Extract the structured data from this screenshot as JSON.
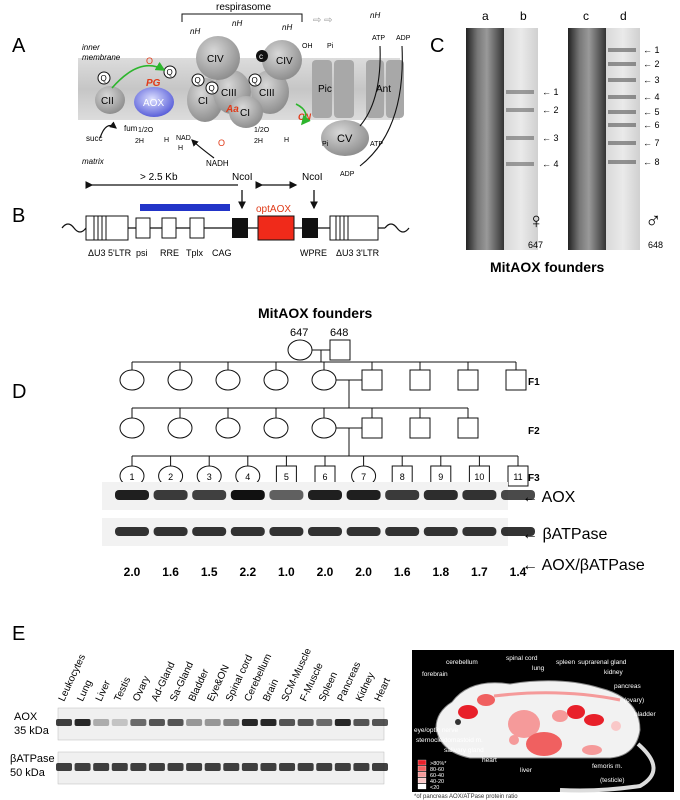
{
  "panels": {
    "a": "A",
    "b": "B",
    "c": "C",
    "d": "D",
    "e": "E"
  },
  "panel_a": {
    "respirasome": "respirasome",
    "inner_membrane_1": "inner",
    "inner_membrane_2": "membrane",
    "matrix": "matrix",
    "cii": "CII",
    "aox": "AOX",
    "ci": "CI",
    "ciii": "CIII",
    "civ": "CIV",
    "q": "Q",
    "c": "c",
    "pic": "Pic",
    "ant": "Ant",
    "cv": "CV",
    "succ": "succ",
    "fum": "fum",
    "pg": "PG",
    "aa": "Aa",
    "cn": "CN",
    "o2": "O",
    "half_o2": "1/2O",
    "h2o": "H",
    "two_h": "2H",
    "nadh": "NADH",
    "nad": "NAD",
    "h_plus": "H",
    "nh": "nH",
    "oh": "OH",
    "pi": "Pi",
    "atp": "ATP",
    "adp": "ADP"
  },
  "panel_b": {
    "kb": "> 2.5 Kb",
    "ncoi": "NcoI",
    "optaox": "optAOX",
    "labels": [
      "ΔU3 5'LTR",
      "psi",
      "RRE",
      "Tplx",
      "CAG",
      "WPRE",
      "ΔU3 3'LTR"
    ]
  },
  "panel_c": {
    "lanes": [
      "a",
      "b",
      "c",
      "d"
    ],
    "female_bands": [
      "1",
      "2",
      "3",
      "4"
    ],
    "male_bands": [
      "1",
      "2",
      "3",
      "4",
      "5",
      "6",
      "7",
      "8"
    ],
    "female_id": "647",
    "male_id": "648",
    "female_symbol": "♀",
    "male_symbol": "♂",
    "caption": "MitAOX founders"
  },
  "panel_d": {
    "title": "MitAOX founders",
    "founder_f": "647",
    "founder_m": "648",
    "gens": [
      "F1",
      "F2",
      "F3"
    ],
    "f3_ids": [
      "1",
      "2",
      "3",
      "4",
      "5",
      "6",
      "7",
      "8",
      "9",
      "10",
      "11"
    ],
    "blot_aox": "AOX",
    "blot_atp": "βATPase",
    "ratio_label": "AOX/βATPase",
    "ratios": [
      2.0,
      1.6,
      1.5,
      2.2,
      1.0,
      2.0,
      2.0,
      1.6,
      1.8,
      1.7,
      1.4
    ]
  },
  "panel_e": {
    "tissues": [
      "Leukocytes",
      "Lung",
      "Liver",
      "Testis",
      "Ovary",
      "Ad-Gland",
      "Sa-Gland",
      "Bladder",
      "Eye&ON",
      "Spinal cord",
      "Cerebellum",
      "Brain",
      "SCM-Muscle",
      "F-Muscle",
      "Spleen",
      "Pancreas",
      "Kidney",
      "Heart"
    ],
    "aox_label": "AOX",
    "aox_kda": "35 kDa",
    "atp_label": "βATPase",
    "atp_kda": "50 kDa",
    "mouse_labels": [
      "cerebellum",
      "spinal cord",
      "forebrain",
      "lung",
      "spleen",
      "suprarenal gland",
      "kidney",
      "pancreas",
      "(ovary)",
      "bladder",
      "eye/optic nerve",
      "sternocleidomastoid m.",
      "salivary gland",
      "heart",
      "liver",
      "femoris m.",
      "(testicle)"
    ],
    "legend": [
      ">80%*",
      "80-60",
      "60-40",
      "40-20",
      "<20"
    ],
    "legend_colors": [
      "#e8202a",
      "#f06060",
      "#f59a9a",
      "#f9c8c8",
      "#ffffff"
    ],
    "footnote": "*of pancreas AOX/ATPase protein ratio"
  }
}
